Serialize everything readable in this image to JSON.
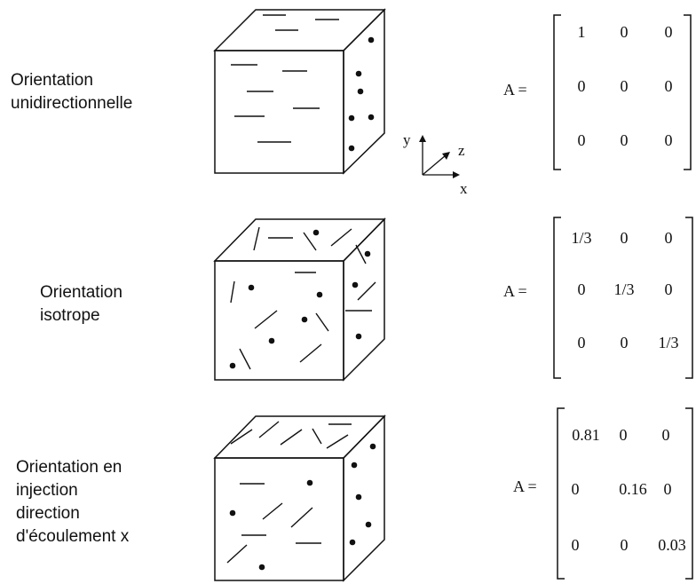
{
  "rows": [
    {
      "label_lines": [
        "Orientation",
        "unidirectionnelle"
      ],
      "matrix_name": "A =",
      "matrix": [
        [
          "1",
          "0",
          "0"
        ],
        [
          "0",
          "0",
          "0"
        ],
        [
          "0",
          "0",
          "0"
        ]
      ],
      "value_color": "#111111"
    },
    {
      "label_lines": [
        "Orientation",
        "isotrope"
      ],
      "matrix_name": "A =",
      "matrix": [
        [
          "1/3",
          "0",
          "0"
        ],
        [
          "0",
          "1/3",
          "0"
        ],
        [
          "0",
          "0",
          "1/3"
        ]
      ],
      "value_color": "#6b2a7a"
    },
    {
      "label_lines": [
        "Orientation en",
        "injection",
        "direction",
        "d'écoulement x"
      ],
      "matrix_name": "A =",
      "matrix": [
        [
          "0.81",
          "0",
          "0"
        ],
        [
          "0",
          "0.16",
          "0"
        ],
        [
          "0",
          "0",
          "0.03"
        ]
      ],
      "value_color": "#111111"
    }
  ],
  "axes": {
    "y": "y",
    "z": "z",
    "x": "x"
  }
}
